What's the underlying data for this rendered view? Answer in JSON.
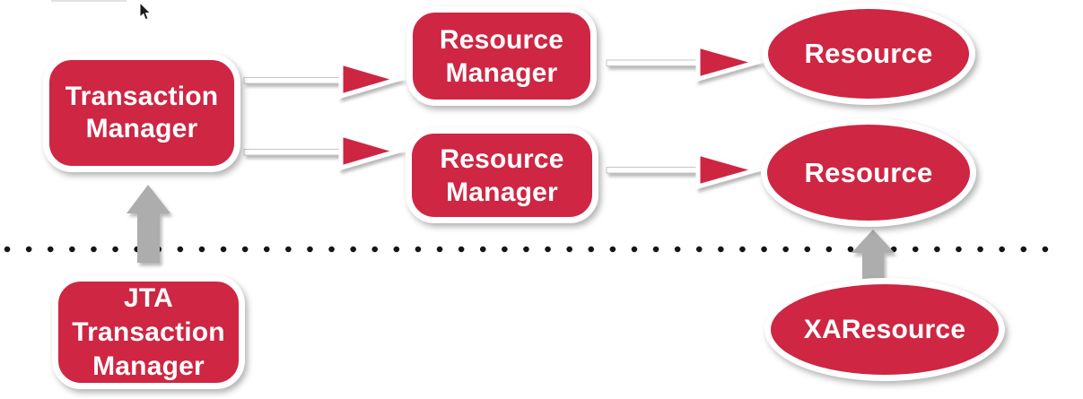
{
  "colors": {
    "node_red": "#CE2643",
    "node_border_white": "#FFFFFF",
    "text_white": "#FFFFFF",
    "arrow_gray": "#ADADAD",
    "dot_black": "#151515"
  },
  "diagram": {
    "nodes": {
      "transaction_manager": {
        "label": "Transaction\nManager",
        "shape": "rounded-rect"
      },
      "resource_manager_1": {
        "label": "Resource\nManager",
        "shape": "rounded-rect"
      },
      "resource_manager_2": {
        "label": "Resource\nManager",
        "shape": "rounded-rect"
      },
      "resource_1": {
        "label": "Resource",
        "shape": "ellipse"
      },
      "resource_2": {
        "label": "Resource",
        "shape": "ellipse"
      },
      "jta_transaction_manager": {
        "label": "JTA\nTransaction\nManager",
        "shape": "rounded-rect"
      },
      "xa_resource": {
        "label": "XAResource",
        "shape": "ellipse"
      }
    },
    "edges": [
      {
        "from": "transaction_manager",
        "to": "resource_manager_1",
        "style": "red-arrow-right"
      },
      {
        "from": "transaction_manager",
        "to": "resource_manager_2",
        "style": "red-arrow-right"
      },
      {
        "from": "resource_manager_1",
        "to": "resource_1",
        "style": "red-arrow-right"
      },
      {
        "from": "resource_manager_2",
        "to": "resource_2",
        "style": "red-arrow-right"
      },
      {
        "from": "jta_transaction_manager",
        "to": "transaction_manager",
        "style": "gray-arrow-up"
      },
      {
        "from": "xa_resource",
        "to": "resource_2",
        "style": "gray-arrow-up"
      }
    ],
    "separator": {
      "type": "dotted-line",
      "orientation": "horizontal"
    }
  }
}
